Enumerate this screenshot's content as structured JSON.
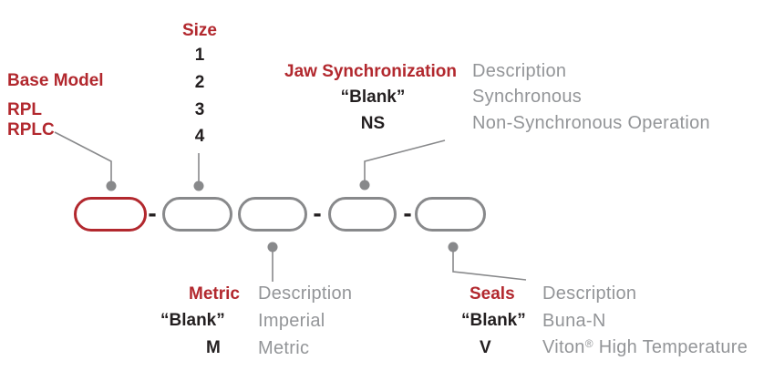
{
  "colors": {
    "accent_red": "#B2282E",
    "text_black": "#231F20",
    "text_gray": "#939598",
    "line_gray": "#88898B"
  },
  "separator": "-",
  "blocks": {
    "base_model": {
      "heading": "Base Model",
      "options": [
        "RPL",
        "RPLC"
      ]
    },
    "size": {
      "heading": "Size",
      "options": [
        "1",
        "2",
        "3",
        "4"
      ]
    },
    "jaw_sync": {
      "heading": "Jaw Synchronization",
      "codes": [
        "“Blank”",
        "NS"
      ],
      "desc_heading": "Description",
      "descriptions": [
        "Synchronous",
        "Non-Synchronous Operation"
      ]
    },
    "metric": {
      "heading": "Metric",
      "codes": [
        "“Blank”",
        "M"
      ],
      "desc_heading": "Description",
      "descriptions": [
        "Imperial",
        "Metric"
      ]
    },
    "seals": {
      "heading": "Seals",
      "codes": [
        "“Blank”",
        "V"
      ],
      "desc_heading": "Description",
      "descriptions": [
        "Buna-N",
        "Viton® High Temperature"
      ],
      "viton_parts": {
        "brand": "Viton",
        "reg": "®",
        "rest": " High Temperature"
      }
    }
  }
}
